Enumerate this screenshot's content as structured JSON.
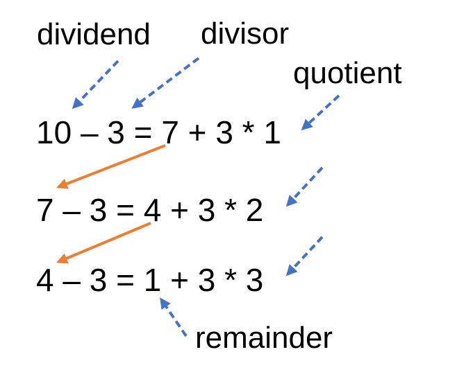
{
  "labels": {
    "dividend": "dividend",
    "divisor": "divisor",
    "quotient": "quotient",
    "remainder": "remainder"
  },
  "equations": [
    "10 – 3 = 7 + 3 * 1",
    "7 – 3 = 4 + 3 * 2",
    "4 – 3 = 1 + 3 * 3"
  ],
  "colors": {
    "text": "#000000",
    "label_arrow": "#4472c4",
    "flow_arrow": "#ed7d31",
    "background": "#ffffff"
  },
  "arrow_styles": {
    "label_arrow": "dashed",
    "flow_arrow": "solid"
  }
}
